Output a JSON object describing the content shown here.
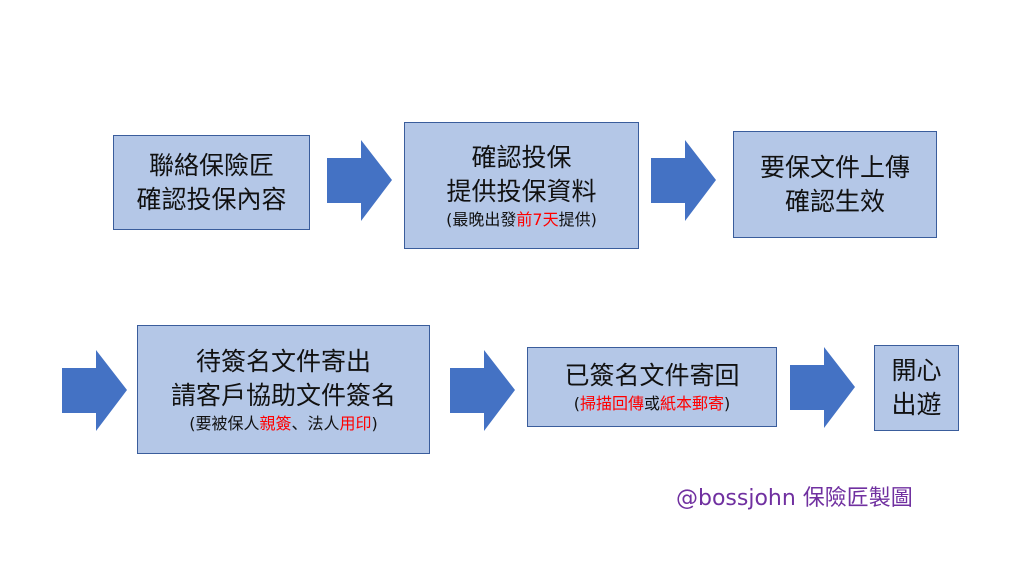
{
  "steps": [
    {
      "lines": [
        "聯絡保險匠",
        "確認投保內容"
      ]
    },
    {
      "lines": [
        "確認投保",
        "提供投保資料"
      ],
      "note": [
        {
          "t": "(最晚出發",
          "red": false
        },
        {
          "t": "前7天",
          "red": true
        },
        {
          "t": "提供)",
          "red": false
        }
      ]
    },
    {
      "lines": [
        "要保文件上傳",
        "確認生效"
      ]
    },
    {
      "lines": [
        "待簽名文件寄出",
        "請客戶協助文件簽名"
      ],
      "note": [
        {
          "t": "(要被保人",
          "red": false
        },
        {
          "t": "親簽",
          "red": true
        },
        {
          "t": "、法人",
          "red": false
        },
        {
          "t": "用印",
          "red": true
        },
        {
          "t": ")",
          "red": false
        }
      ]
    },
    {
      "lines": [
        "已簽名文件寄回"
      ],
      "note": [
        {
          "t": "(",
          "red": false
        },
        {
          "t": "掃描回傳",
          "red": true
        },
        {
          "t": "或",
          "red": false
        },
        {
          "t": "紙本郵寄",
          "red": true
        },
        {
          "t": ")",
          "red": false
        }
      ]
    },
    {
      "lines": [
        "開心",
        "出遊"
      ]
    }
  ],
  "watermark": "@bossjohn 保險匠製圖",
  "colors": {
    "box": "#b4c7e7",
    "arrow": "#4472c4",
    "accent": "#ff0000",
    "watermark": "#7030a0"
  }
}
